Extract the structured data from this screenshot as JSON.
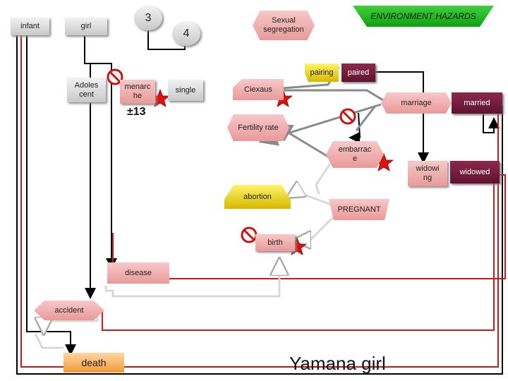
{
  "nodes": {
    "infant": "infant",
    "girl": "girl",
    "three": "3",
    "four": "4",
    "sexual_segregation": "Sexual segregation",
    "environment_hazards": "ENVIRONMENT HAZARDS",
    "adolescent": "Adoles cent",
    "menarche": "menarc he",
    "menarche_age": "±13",
    "single": "single",
    "ciexaus": "Ciexaus",
    "pairing": "pairing",
    "paired": "paired",
    "marriage": "marriage",
    "married": "married",
    "fertility_rate": "Fertility rate",
    "embarrace": "embarrac e",
    "widowing": "widowi ng",
    "widowed": "widowed",
    "abortion": "abortion",
    "pregnant": "PREGNANT",
    "birth": "birth",
    "disease": "disease",
    "accident": "accident",
    "death": "death"
  },
  "caption": "Yamana girl",
  "colors": {
    "arrow_black": "#000000",
    "arrow_grey": "#8a8a8a",
    "arrow_red": "#d01818",
    "star_red": "#e01010",
    "no_sign_red": "#cc1111"
  },
  "icons": [
    "no-sign-icon",
    "star-icon"
  ]
}
